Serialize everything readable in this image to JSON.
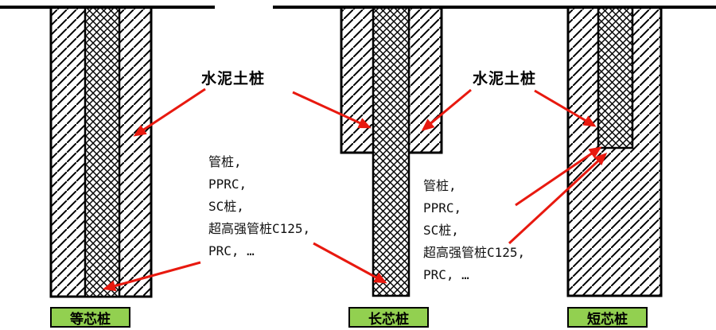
{
  "colors": {
    "arrow": "#e8190f",
    "caption_bg": "#92d050",
    "line": "#000000"
  },
  "annotations": {
    "cement_soil_label_left": "水泥土桩",
    "cement_soil_label_right": "水泥土桩",
    "core_types_left": "管桩,\nPPRC,\nSC桩,\n超高强管桩C125,\nPRC, …",
    "core_types_right": "管桩,\nPPRC,\nSC桩,\n超高强管桩C125,\nPRC, …"
  },
  "captions": {
    "equal_core": "等芯桩",
    "long_core": "长芯桩",
    "short_core": "短芯桩"
  }
}
